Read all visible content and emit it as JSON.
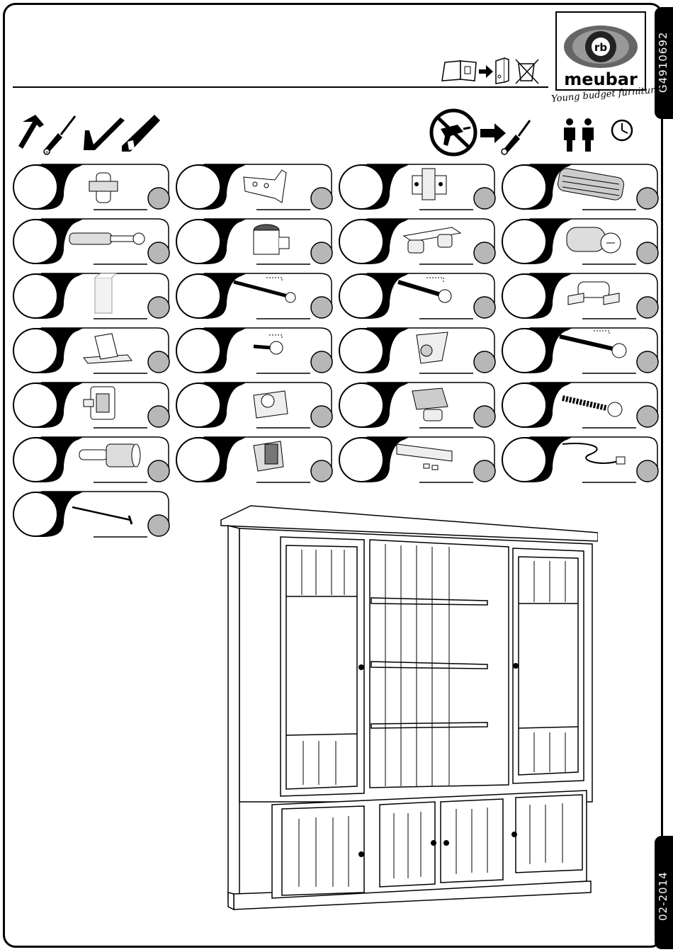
{
  "document": {
    "code": "G4910692",
    "date": "02-2014",
    "brand": "meubar",
    "logo_mark": "rb",
    "tagline": "Young budget furniture"
  },
  "icons": {
    "header": [
      "booklet-icon",
      "arrow-icon",
      "binder-icon",
      "no-disposal-icon"
    ],
    "tools": [
      "hammer-icon",
      "screwdriver-icon",
      "set-square-icon",
      "saw-icon"
    ],
    "rules": [
      "no-power-drill-icon",
      "arrow-icon",
      "screwdriver-icon",
      "two-persons-icon",
      "clock-icon"
    ]
  },
  "parts": [
    {
      "item": "dowel-connector"
    },
    {
      "item": "hinge"
    },
    {
      "item": "mounting-plate"
    },
    {
      "item": "wooden-dowel"
    },
    {
      "item": "connector-bolt"
    },
    {
      "item": "cam-lock"
    },
    {
      "item": "shelf-connector"
    },
    {
      "item": "plastic-dowel"
    },
    {
      "item": "corner-block"
    },
    {
      "item": "wood-screw-small"
    },
    {
      "item": "wood-screw-large"
    },
    {
      "item": "shelf-bracket"
    },
    {
      "item": "glass-clip"
    },
    {
      "item": "short-screw"
    },
    {
      "item": "corner-support"
    },
    {
      "item": "long-screw"
    },
    {
      "item": "hinge-catch"
    },
    {
      "item": "cam-housing"
    },
    {
      "item": "glass-shelf-support"
    },
    {
      "item": "coarse-screw"
    },
    {
      "item": "shelf-pin"
    },
    {
      "item": "glass-holder"
    },
    {
      "item": "led-light-strip"
    },
    {
      "item": "power-cable"
    },
    {
      "item": "nail"
    }
  ]
}
